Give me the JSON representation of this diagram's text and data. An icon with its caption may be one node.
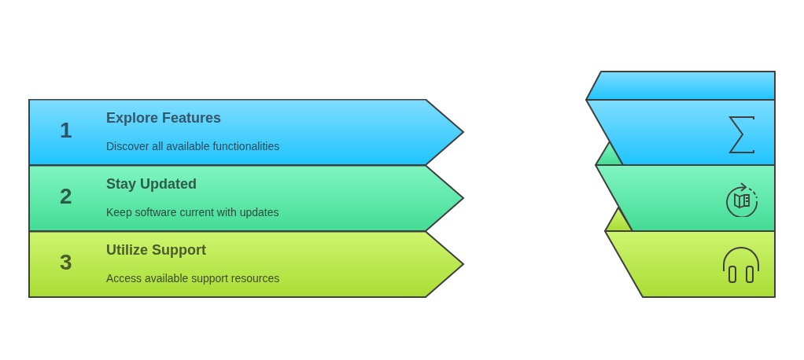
{
  "diagram": {
    "nodes": [
      {
        "text": [
          "1",
          "Explore Features",
          "Discover all available functionalities"
        ]
      },
      {
        "text": [
          "2",
          "Stay Updated",
          "Keep software current with updates"
        ]
      },
      {
        "text": [
          "3",
          "Utilize Support",
          "Access available support resources"
        ]
      }
    ]
  }
}
